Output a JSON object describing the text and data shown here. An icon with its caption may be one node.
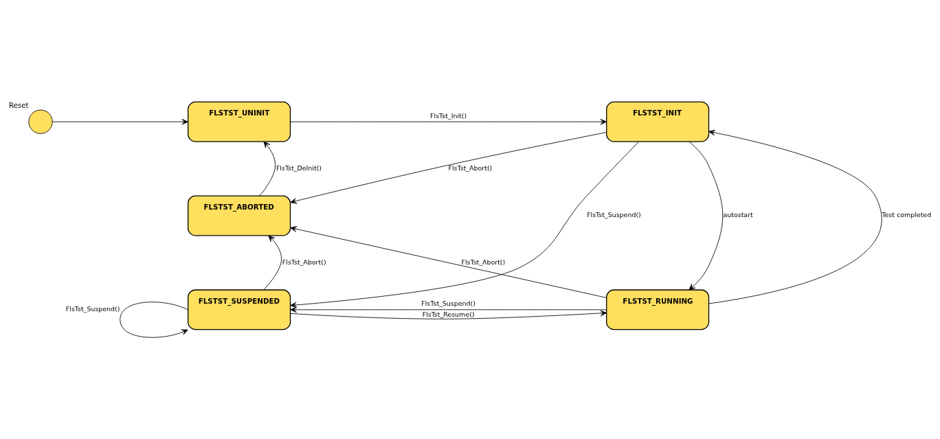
{
  "diagram": {
    "nodes": [
      {
        "text": [],
        "shape": "circle",
        "beside": [
          "Reset"
        ]
      },
      {
        "text": [
          "FLSTST_UNINIT"
        ]
      },
      {
        "text": [
          "FLSTST_INIT"
        ]
      },
      {
        "text": [
          "FLSTST_ABORTED"
        ]
      },
      {
        "text": [
          "FLSTST_SUSPENDED"
        ]
      },
      {
        "text": [
          "FLSTST_RUNNING"
        ]
      }
    ],
    "edges": [
      {
        "from": 0,
        "to": 1,
        "arrow": "to"
      },
      {
        "from": 1,
        "to": 2,
        "arrow": "to",
        "label": "FlsTst_Init()"
      },
      {
        "from": 2,
        "to": 3,
        "arrow": "to",
        "label": "FlsTst_Abort()"
      },
      {
        "from": 2,
        "to": 4,
        "arrow": "to",
        "label": "FlsTst_Suspend()"
      },
      {
        "from": 5,
        "to": 2,
        "arrow": "to",
        "label": "Test completed"
      },
      {
        "from": 2,
        "to": 5,
        "arrow": "to",
        "label": "autostart"
      },
      {
        "from": 5,
        "to": 3,
        "arrow": "to",
        "label": "FlsTst_Abort()"
      },
      {
        "from": 3,
        "to": 1,
        "arrow": "to",
        "label": "FlsTst_DeInit()"
      },
      {
        "from": 4,
        "to": 3,
        "arrow": "to",
        "label": "FlsTst_Abort()"
      },
      {
        "from": 5,
        "to": 4,
        "arrow": "to",
        "label": "FlsTst_Suspend()"
      },
      {
        "from": 4,
        "to": 5,
        "arrow": "to",
        "label": "FlsTst_Resume()"
      },
      {
        "from": 4,
        "to": 4,
        "arrow": "to",
        "label": "FlsTst_Suspend()"
      }
    ]
  }
}
